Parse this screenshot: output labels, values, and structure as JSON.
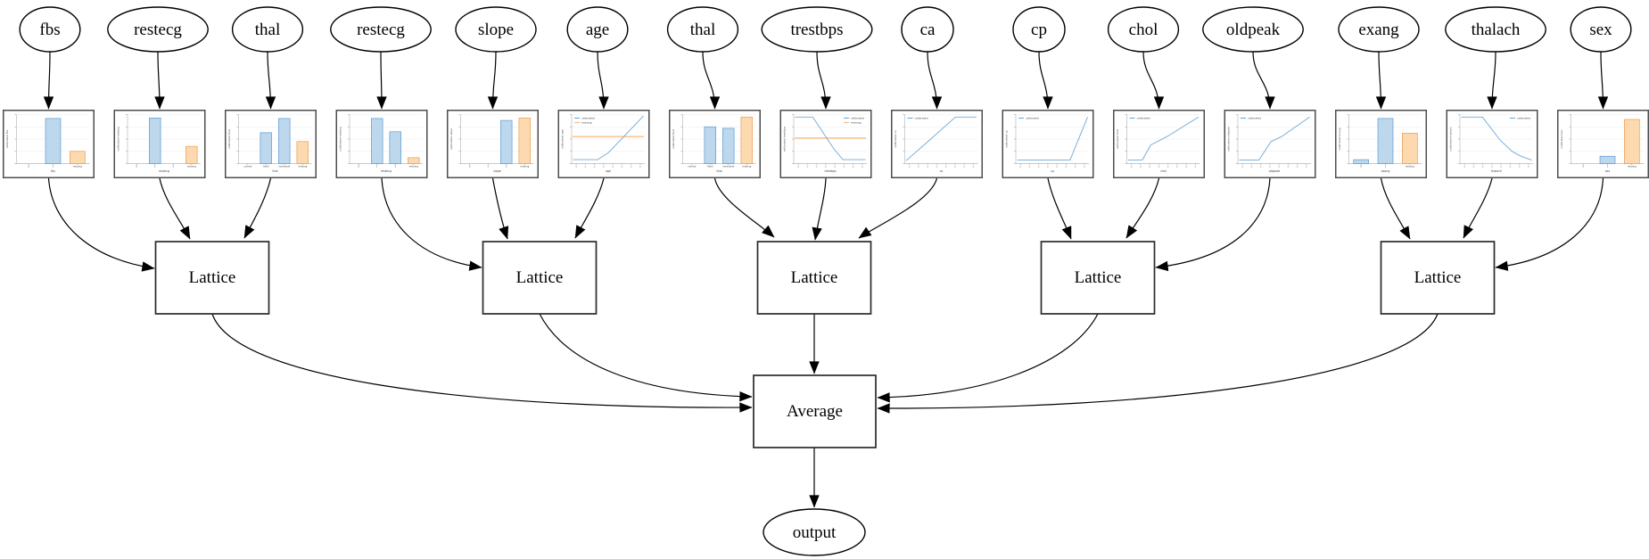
{
  "nodes": {
    "lattice_label": "Lattice",
    "average_label": "Average",
    "output_label": "output"
  },
  "legend": {
    "calibrated": "calibrated",
    "missing": "missing"
  },
  "colors": {
    "calibrated_blue_line": "#6fa8d6",
    "calibrated_blue_fill": "#bdd7ec",
    "calibrated_blue_edge": "#5b9bd5",
    "missing_orange_line": "#f8bd84",
    "missing_orange_fill": "#fcd9ae",
    "missing_orange_edge": "#ed9b54",
    "edge_color": "#000000",
    "chart_border": "#4d4d4d",
    "grid": "#ebebeb"
  },
  "features": [
    {
      "name": "fbs",
      "lattice": 0,
      "chart": {
        "type": "bar",
        "ylabel": "calibrated fbs",
        "xlabel": "fbs",
        "categories": [
          "0",
          "1",
          "missing"
        ],
        "values": [
          0,
          0.92,
          0.25
        ]
      }
    },
    {
      "name": "restecg",
      "lattice": 0,
      "chart": {
        "type": "bar",
        "ylabel": "calibrated restecg",
        "xlabel": "restecg",
        "categories": [
          "0",
          "1",
          "2",
          "missing"
        ],
        "values": [
          0,
          0.93,
          0,
          0.35
        ]
      }
    },
    {
      "name": "thal",
      "lattice": 0,
      "chart": {
        "type": "bar",
        "ylabel": "calibrated thal",
        "xlabel": "thal",
        "categories": [
          "normal",
          "fixed",
          "reversible",
          "missing"
        ],
        "values": [
          0,
          0.63,
          0.92,
          0.45
        ]
      }
    },
    {
      "name": "restecg",
      "lattice": 1,
      "chart": {
        "type": "bar",
        "ylabel": "calibrated restecg",
        "xlabel": "restecg",
        "categories": [
          "0",
          "1",
          "2",
          "missing"
        ],
        "values": [
          0,
          0.92,
          0.65,
          0.12
        ]
      }
    },
    {
      "name": "slope",
      "lattice": 1,
      "chart": {
        "type": "bar",
        "ylabel": "calibrated slope",
        "xlabel": "slope",
        "categories": [
          "0",
          "1",
          "2",
          "missing"
        ],
        "values": [
          0,
          0,
          0.88,
          0.93
        ]
      }
    },
    {
      "name": "age",
      "lattice": 1,
      "chart": {
        "type": "line",
        "ylabel": "calibrated age",
        "xlabel": "age",
        "legend_pos": "tl",
        "missing_level": 0.55,
        "line": [
          [
            0,
            0.08
          ],
          [
            0.35,
            0.08
          ],
          [
            0.5,
            0.22
          ],
          [
            0.7,
            0.52
          ],
          [
            1,
            0.97
          ]
        ]
      }
    },
    {
      "name": "thal",
      "lattice": 2,
      "chart": {
        "type": "bar",
        "ylabel": "calibrated thal",
        "xlabel": "thal",
        "categories": [
          "normal",
          "fixed",
          "reversible",
          "missing"
        ],
        "values": [
          0,
          0.75,
          0.72,
          0.95
        ]
      }
    },
    {
      "name": "trestbps",
      "lattice": 2,
      "chart": {
        "type": "line",
        "ylabel": "calibrated trestbps",
        "xlabel": "trestbps",
        "legend_pos": "tr",
        "missing_level": 0.52,
        "line": [
          [
            0,
            0.95
          ],
          [
            0.25,
            0.95
          ],
          [
            0.55,
            0.3
          ],
          [
            0.68,
            0.08
          ],
          [
            1,
            0.08
          ]
        ]
      }
    },
    {
      "name": "ca",
      "lattice": 2,
      "chart": {
        "type": "line",
        "ylabel": "calibrated ca",
        "xlabel": "ca",
        "legend_pos": "tl",
        "line": [
          [
            0,
            0.06
          ],
          [
            0.35,
            0.5
          ],
          [
            0.7,
            0.95
          ],
          [
            1,
            0.95
          ]
        ]
      }
    },
    {
      "name": "cp",
      "lattice": 3,
      "chart": {
        "type": "line",
        "ylabel": "calibrated cp",
        "xlabel": "cp",
        "legend_pos": "tl",
        "line": [
          [
            0,
            0.07
          ],
          [
            0.75,
            0.07
          ],
          [
            1,
            0.95
          ]
        ]
      }
    },
    {
      "name": "chol",
      "lattice": 3,
      "chart": {
        "type": "line",
        "ylabel": "calibrated chol",
        "xlabel": "chol",
        "legend_pos": "tl",
        "line": [
          [
            0,
            0.07
          ],
          [
            0.2,
            0.07
          ],
          [
            0.32,
            0.38
          ],
          [
            0.55,
            0.55
          ],
          [
            1,
            0.95
          ]
        ]
      }
    },
    {
      "name": "oldpeak",
      "lattice": 3,
      "chart": {
        "type": "line",
        "ylabel": "calibrated oldpeak",
        "xlabel": "oldpeak",
        "legend_pos": "tl",
        "line": [
          [
            0,
            0.07
          ],
          [
            0.28,
            0.07
          ],
          [
            0.45,
            0.45
          ],
          [
            0.6,
            0.55
          ],
          [
            1,
            0.95
          ]
        ]
      }
    },
    {
      "name": "exang",
      "lattice": 4,
      "chart": {
        "type": "bar",
        "ylabel": "calibrated exang",
        "xlabel": "exang",
        "categories": [
          "0",
          "1",
          "missing"
        ],
        "values": [
          0.08,
          0.92,
          0.62
        ]
      }
    },
    {
      "name": "thalach",
      "lattice": 4,
      "chart": {
        "type": "line",
        "ylabel": "calibrated thalach",
        "xlabel": "thalach",
        "legend_pos": "tr",
        "line": [
          [
            0,
            0.95
          ],
          [
            0.3,
            0.95
          ],
          [
            0.55,
            0.48
          ],
          [
            0.72,
            0.25
          ],
          [
            0.85,
            0.15
          ],
          [
            1,
            0.07
          ]
        ]
      }
    },
    {
      "name": "sex",
      "lattice": 4,
      "chart": {
        "type": "bar",
        "ylabel": "calibrated sex",
        "xlabel": "sex",
        "categories": [
          "0",
          "1",
          "missing"
        ],
        "values": [
          0,
          0.15,
          0.9
        ]
      }
    }
  ]
}
